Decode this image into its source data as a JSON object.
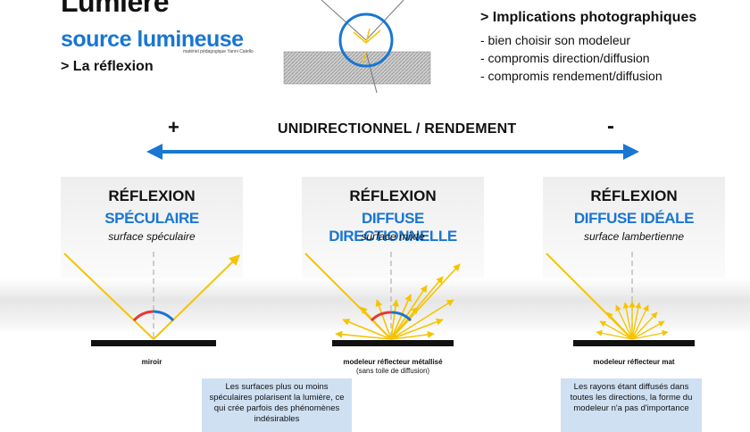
{
  "header": {
    "title": "Lumière",
    "subtitle": "source lumineuse",
    "credit": "matériel pédagogique Yanni Catello",
    "section": "> La réflexion"
  },
  "implications": {
    "title": "> Implications photographiques",
    "items": [
      "- bien choisir son modeleur",
      "- compromis direction/diffusion",
      "- compromis rendement/diffusion"
    ]
  },
  "scale": {
    "plus": "+",
    "minus": "-",
    "label": "UNIDIRECTIONNEL / RENDEMENT"
  },
  "panels": [
    {
      "title": "RÉFLEXION",
      "type": "SPÉCULAIRE",
      "surface": "surface spéculaire",
      "caption": "miroir",
      "caption2": "",
      "note": "Les surfaces plus ou moins spéculaires polarisent la lumière, ce qui crée parfois des phénomènes indésirables"
    },
    {
      "title": "RÉFLEXION",
      "type": "DIFFUSE DIRECTIONNELLE",
      "surface": "surface mixte",
      "caption": "modeleur réflecteur métallisé",
      "caption2": "(sans toile de diffusion)",
      "note": ""
    },
    {
      "title": "RÉFLEXION",
      "type": "DIFFUSE IDÉALE",
      "surface": "surface lambertienne",
      "caption": "modeleur réflecteur mat",
      "caption2": "",
      "note": "Les rayons étant diffusés dans toutes les directions, la forme du modeleur n'a pas d'importance"
    }
  ],
  "colors": {
    "accent": "#1976d2",
    "ray": "#f5c400",
    "angle_red": "#e53935",
    "angle_blue": "#1976d2",
    "note_bg": "#cfe0f2"
  }
}
